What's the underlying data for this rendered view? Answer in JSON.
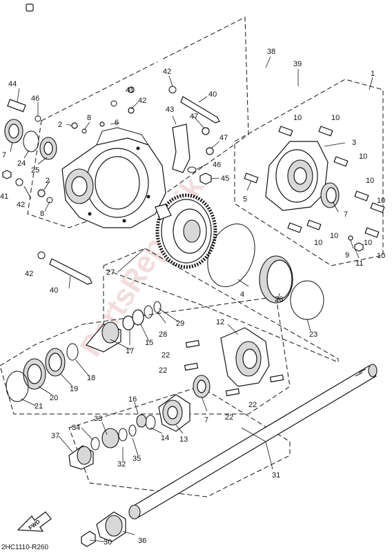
{
  "diagram": {
    "code": "2HC1110-R260",
    "fwd_label": "FWD",
    "watermark": "PartsRepublik"
  },
  "callouts": [
    {
      "id": "c1",
      "text": "1"
    },
    {
      "id": "c3",
      "text": "3"
    },
    {
      "id": "c4",
      "text": "4"
    },
    {
      "id": "c5",
      "text": "5"
    },
    {
      "id": "c6",
      "text": "6"
    },
    {
      "id": "c7a",
      "text": "7"
    },
    {
      "id": "c7b",
      "text": "7"
    },
    {
      "id": "c7c",
      "text": "7"
    },
    {
      "id": "c8a",
      "text": "8"
    },
    {
      "id": "c8b",
      "text": "8"
    },
    {
      "id": "c9",
      "text": "9"
    },
    {
      "id": "c10a",
      "text": "10"
    },
    {
      "id": "c10b",
      "text": "10"
    },
    {
      "id": "c10c",
      "text": "10"
    },
    {
      "id": "c10d",
      "text": "10"
    },
    {
      "id": "c10e",
      "text": "10"
    },
    {
      "id": "c10f",
      "text": "10"
    },
    {
      "id": "c10g",
      "text": "10"
    },
    {
      "id": "c10h",
      "text": "10"
    },
    {
      "id": "c10i",
      "text": "10"
    },
    {
      "id": "c11",
      "text": "11"
    },
    {
      "id": "c12",
      "text": "12"
    },
    {
      "id": "c13",
      "text": "13"
    },
    {
      "id": "c14",
      "text": "14"
    },
    {
      "id": "c15",
      "text": "15"
    },
    {
      "id": "c16",
      "text": "16"
    },
    {
      "id": "c17",
      "text": "17"
    },
    {
      "id": "c18",
      "text": "18"
    },
    {
      "id": "c19",
      "text": "19"
    },
    {
      "id": "c20",
      "text": "20"
    },
    {
      "id": "c21",
      "text": "21"
    },
    {
      "id": "c22a",
      "text": "22"
    },
    {
      "id": "c22b",
      "text": "22"
    },
    {
      "id": "c22c",
      "text": "22"
    },
    {
      "id": "c22d",
      "text": "22"
    },
    {
      "id": "c23",
      "text": "23"
    },
    {
      "id": "c24",
      "text": "24"
    },
    {
      "id": "c25",
      "text": "25"
    },
    {
      "id": "c26",
      "text": "26"
    },
    {
      "id": "c27",
      "text": "27"
    },
    {
      "id": "c28",
      "text": "28"
    },
    {
      "id": "c29",
      "text": "29"
    },
    {
      "id": "c30",
      "text": "30"
    },
    {
      "id": "c31",
      "text": "31"
    },
    {
      "id": "c32",
      "text": "32"
    },
    {
      "id": "c33",
      "text": "33"
    },
    {
      "id": "c34",
      "text": "34"
    },
    {
      "id": "c35",
      "text": "35"
    },
    {
      "id": "c36",
      "text": "36"
    },
    {
      "id": "c37",
      "text": "37"
    },
    {
      "id": "c38",
      "text": "38"
    },
    {
      "id": "c39",
      "text": "39"
    },
    {
      "id": "c40a",
      "text": "40"
    },
    {
      "id": "c40b",
      "text": "40"
    },
    {
      "id": "c41a",
      "text": "41"
    },
    {
      "id": "c41b",
      "text": "41"
    },
    {
      "id": "c42a",
      "text": "42"
    },
    {
      "id": "c42b",
      "text": "42"
    },
    {
      "id": "c42c",
      "text": "42"
    },
    {
      "id": "c42d",
      "text": "42"
    },
    {
      "id": "c43",
      "text": "43"
    },
    {
      "id": "c44",
      "text": "44"
    },
    {
      "id": "c45",
      "text": "45"
    },
    {
      "id": "c46a",
      "text": "46"
    },
    {
      "id": "c46b",
      "text": "46"
    },
    {
      "id": "c47a",
      "text": "47"
    },
    {
      "id": "c47b",
      "text": "47"
    },
    {
      "id": "c2a",
      "text": "2"
    },
    {
      "id": "c2b",
      "text": "2"
    }
  ]
}
